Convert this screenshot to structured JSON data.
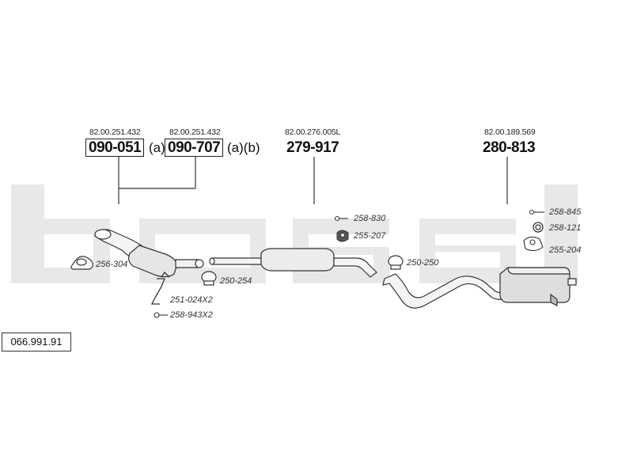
{
  "brand": {
    "logo_text": "bosal",
    "watermark_color": "#e6e6e6"
  },
  "diagram_number": "066.991.91",
  "main_parts": [
    {
      "oe": "82.00.251.432",
      "part": "090-051",
      "suffix": "(a)"
    },
    {
      "oe": "82.00.251.432",
      "part": "090-707",
      "suffix": "(a)(b)"
    },
    {
      "oe": "82.00.276.005L",
      "part": "279-917",
      "suffix": ""
    },
    {
      "oe": "82.00.189.569",
      "part": "280-813",
      "suffix": ""
    }
  ],
  "small_parts": [
    {
      "code": "256-304",
      "icon": "gasket-ring-icon"
    },
    {
      "code": "251-024X2",
      "icon": "spring-clip-icon"
    },
    {
      "code": "258-943X2",
      "icon": "bolt-icon"
    },
    {
      "code": "250-254",
      "icon": "clamp-icon"
    },
    {
      "code": "258-830",
      "icon": "bolt-icon"
    },
    {
      "code": "255-207",
      "icon": "rubber-mount-icon"
    },
    {
      "code": "250-250",
      "icon": "clamp-icon"
    },
    {
      "code": "258-845",
      "icon": "bolt-icon"
    },
    {
      "code": "258-121",
      "icon": "gasket-ring-icon"
    },
    {
      "code": "255-204",
      "icon": "rubber-mount-icon"
    }
  ]
}
